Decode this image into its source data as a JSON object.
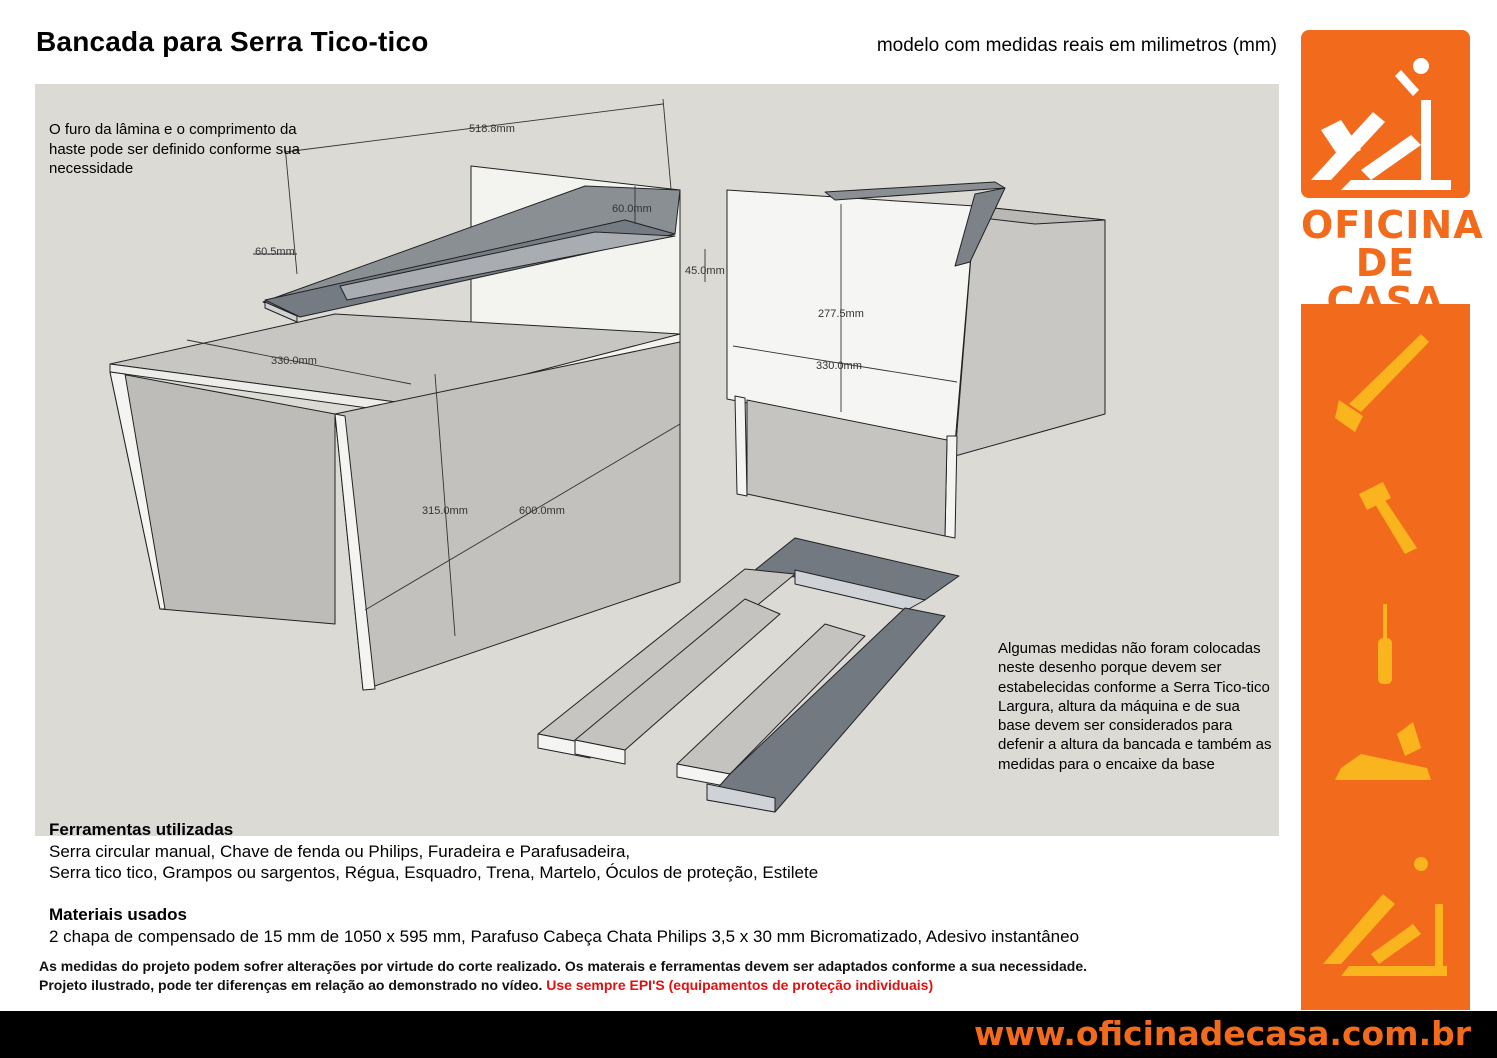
{
  "header": {
    "title": "Bancada para Serra Tico-tico",
    "subtitle": "modelo com medidas reais em milimetros (mm)"
  },
  "drawing": {
    "note_left": "O furo da lâmina e o comprimento da haste pode ser definido conforme sua necessidade",
    "note_right": "Algumas medidas não foram colocadas neste desenho porque devem ser estabelecidas conforme a Serra Tico-tico Largura, altura da máquina e de sua base devem ser considerados para defenir a altura da bancada e também as medidas para o encaixe da base",
    "dimensions": {
      "d518": "518.8mm",
      "d60": "60.0mm",
      "d60_5": "60.5mm",
      "d45": "45.0mm",
      "d330_left": "330.0mm",
      "d315": "315.0mm",
      "d600": "600.0mm",
      "d277": "277.5mm",
      "d330_right": "330.0mm"
    }
  },
  "tools": {
    "heading": "Ferramentas utilizadas",
    "line1": "Serra circular manual, Chave de fenda ou Philips, Furadeira e Parafusadeira,",
    "line2": "Serra tico tico, Grampos ou sargentos, Régua, Esquadro, Trena, Martelo, Óculos de proteção, Estilete"
  },
  "materials": {
    "heading": "Materiais usados",
    "line1": "2 chapa de compensado de 15 mm de 1050 x 595 mm, Parafuso Cabeça Chata Philips 3,5 x 30 mm Bicromatizado, Adesivo instantâneo"
  },
  "disclaimer": {
    "line1": "As medidas do projeto podem sofrer alterações por virtude do corte realizado. Os materais e ferramentas devem ser adaptados conforme a sua necessidade.",
    "line2": "Projeto ilustrado, pode ter diferenças em relação ao demonstrado no vídeo.",
    "warning": "Use sempre EPI'S (equipamentos de proteção individuais)"
  },
  "brand": {
    "logo_line1": "OFICINA",
    "logo_line2": "DE CASA",
    "icons": [
      "saw-icon",
      "hammer-icon",
      "screwdriver-icon",
      "hand-plane-icon",
      "tools-house-icon"
    ],
    "color": "#f26a1b"
  },
  "footer": {
    "url": "www.oficinadecasa.com.br"
  }
}
